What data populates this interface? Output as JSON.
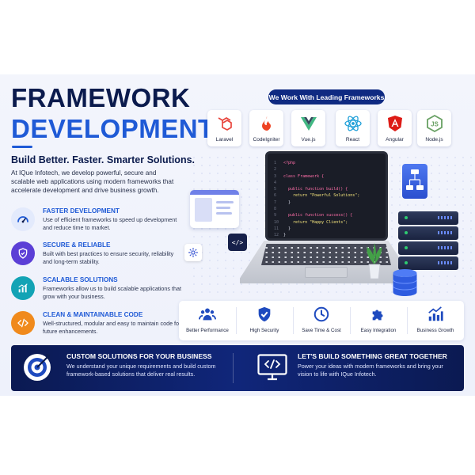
{
  "header": {
    "title_line1": "FRAMEWORK",
    "title_line2": "DEVELOPMENT",
    "tagline": "Build Better. Faster. Smarter Solutions.",
    "intro": "At IQue Infotech, we develop powerful, secure and scalable web applications using modern frameworks that accelerate development and drive business growth."
  },
  "features": [
    {
      "title": "FASTER DEVELOPMENT",
      "desc": "Use of efficient frameworks to speed up development and reduce time to market.",
      "icon": "speedometer-icon",
      "color": "#1f5ad6"
    },
    {
      "title": "SECURE & RELIABLE",
      "desc": "Built with best practices to ensure security, reliability and long-term stability.",
      "icon": "shield-icon",
      "color": "#5b3fd6"
    },
    {
      "title": "SCALABLE SOLUTIONS",
      "desc": "Frameworks allow us to build scalable applications that grow with your business.",
      "icon": "growth-chart-icon",
      "color": "#13a3b5"
    },
    {
      "title": "CLEAN & MAINTAINABLE CODE",
      "desc": "Well-structured, modular and easy to maintain code for future enhancements.",
      "icon": "code-brackets-icon",
      "color": "#f08a1c"
    }
  ],
  "frameworks": {
    "heading": "We Work With Leading Frameworks",
    "items": [
      {
        "label": "Laravel",
        "icon": "laravel-icon",
        "color": "#e8453c"
      },
      {
        "label": "CodeIgniter",
        "icon": "codeigniter-icon",
        "color": "#ee4323"
      },
      {
        "label": "Vue.js",
        "icon": "vue-icon",
        "color": "#42b883"
      },
      {
        "label": "React",
        "icon": "react-icon",
        "color": "#1e9fd8"
      },
      {
        "label": "Angular",
        "icon": "angular-icon",
        "color": "#dd1b16"
      },
      {
        "label": "Node.js",
        "icon": "nodejs-icon",
        "color": "#68a063"
      }
    ]
  },
  "code_editor": {
    "lines": [
      {
        "n": "1",
        "text": "<?php"
      },
      {
        "n": "2",
        "text": ""
      },
      {
        "n": "3",
        "text": "class Framework {"
      },
      {
        "n": "4",
        "text": ""
      },
      {
        "n": "5",
        "text": "  public function build() {"
      },
      {
        "n": "6",
        "text": "    return \"Powerful Solutions\";"
      },
      {
        "n": "7",
        "text": "  }"
      },
      {
        "n": "8",
        "text": ""
      },
      {
        "n": "9",
        "text": "  public function success() {"
      },
      {
        "n": "10",
        "text": "    return \"Happy Clients\";"
      },
      {
        "n": "11",
        "text": "  }"
      },
      {
        "n": "12",
        "text": "}"
      }
    ]
  },
  "benefits": [
    {
      "label": "Better Performance",
      "icon": "team-icon"
    },
    {
      "label": "High Security",
      "icon": "shield-check-icon"
    },
    {
      "label": "Save Time & Cost",
      "icon": "clock-icon"
    },
    {
      "label": "Easy Integration",
      "icon": "puzzle-icon"
    },
    {
      "label": "Business Growth",
      "icon": "bar-growth-icon"
    }
  ],
  "banner": {
    "left_title": "CUSTOM SOLUTIONS FOR YOUR BUSINESS",
    "left_desc": "We understand your unique requirements and build custom framework-based solutions that deliver real results.",
    "right_title": "LET'S BUILD SOMETHING GREAT TOGETHER",
    "right_desc": "Power your ideas with modern frameworks and bring your vision to life with IQue Infotech."
  },
  "colors": {
    "navy": "#0b1b4d",
    "brand_blue": "#1f5ad6",
    "banner_bg": "#0f2a82"
  }
}
